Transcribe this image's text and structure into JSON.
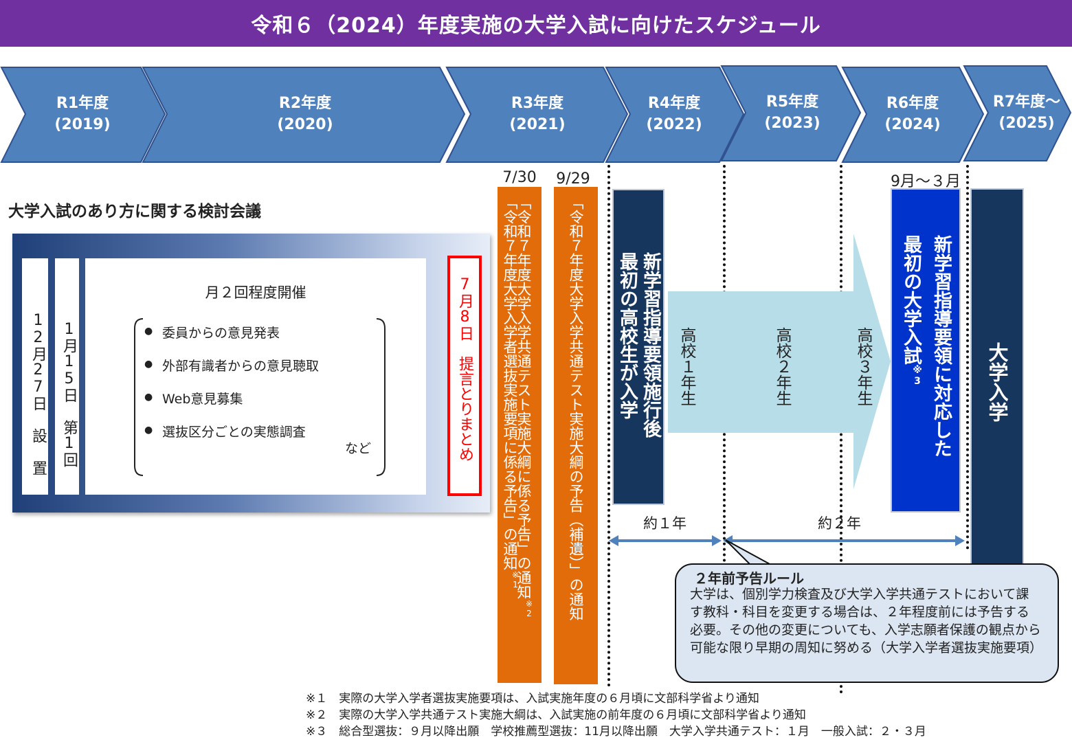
{
  "title": "令和６（2024）年度実施の大学入試に向けたスケジュール",
  "years": [
    {
      "label": "R1年度",
      "sub": "(2019)"
    },
    {
      "label": "R2年度",
      "sub": "(2020)"
    },
    {
      "label": "R3年度",
      "sub": "(2021)"
    },
    {
      "label": "R4年度",
      "sub": "(2022)"
    },
    {
      "label": "R5年度",
      "sub": "(2023)"
    },
    {
      "label": "R6年度",
      "sub": "(2024)"
    },
    {
      "label": "R7年度～",
      "sub": "(2025)"
    }
  ],
  "committee": {
    "heading": "大学入試のあり方に関する検討会議",
    "setup": "12月27日 設 置",
    "first": "1月15日 第1回",
    "frequency": "月２回程度開催",
    "items": [
      "委員からの意見発表",
      "外部有識者からの意見聴取",
      "Web意見募集",
      "選抜区分ごとの実態調査"
    ],
    "etc": "など",
    "proposal": "7月8日　提言とりまとめ"
  },
  "dates": {
    "d1": "7/30",
    "d2": "9/29",
    "d3": "9月～３月"
  },
  "notices": {
    "n1": "「令和７年度大学入学者選抜実施要項に係る予告」の通知",
    "n1_mark": "※1",
    "n2": "「令和７年度大学入学共通テスト実施大綱に係る予告」の通知",
    "n2_mark": "※2",
    "n3": "「令和７年度大学入学共通テスト実施大綱の予告（補遺）」の通知"
  },
  "hs": {
    "entry_line1": "新学習指導要領施行後",
    "entry_line2": "最初の高校生が入学",
    "grade1": "高校１年生",
    "grade2": "高校２年生",
    "grade3": "高校３年生",
    "first_exam_line1": "新学習指導要領に対応した",
    "first_exam_line2": "最初の大学入試",
    "first_exam_mark": "※3",
    "university": "大学入学"
  },
  "spans": {
    "one": "約１年",
    "two": "約２年"
  },
  "rule": {
    "title": "２年前予告ルール",
    "body": "大学は、個別学力検査及び大学入学共通テストにおいて課す教科・科目を変更する場合は、２年程度前には予告する必要。その他の変更についても、入学志願者保護の観点から可能な限り早期の周知に努める（大学入学者選抜実施要項）"
  },
  "footnotes": [
    {
      "mark": "※１",
      "text": "実際の大学入学者選抜実施要項は、入試実施年度の６月頃に文部科学省より通知"
    },
    {
      "mark": "※２",
      "text": "実際の大学入学共通テスト実施大綱は、入試実施の前年度の６月頃に文部科学省より通知"
    },
    {
      "mark": "※３",
      "text": "総合型選抜：９月以降出願　学校推薦型選抜：11月以降出願　大学入学共通テスト：１月　一般入試：２・３月"
    }
  ],
  "colors": {
    "purple": "#7030a0",
    "chevron": "#4f81bd",
    "orange": "#e36c0a",
    "navy": "#17365d",
    "blue": "#0033cc",
    "lightblue": "#b7dde8",
    "red": "#ff0000"
  }
}
